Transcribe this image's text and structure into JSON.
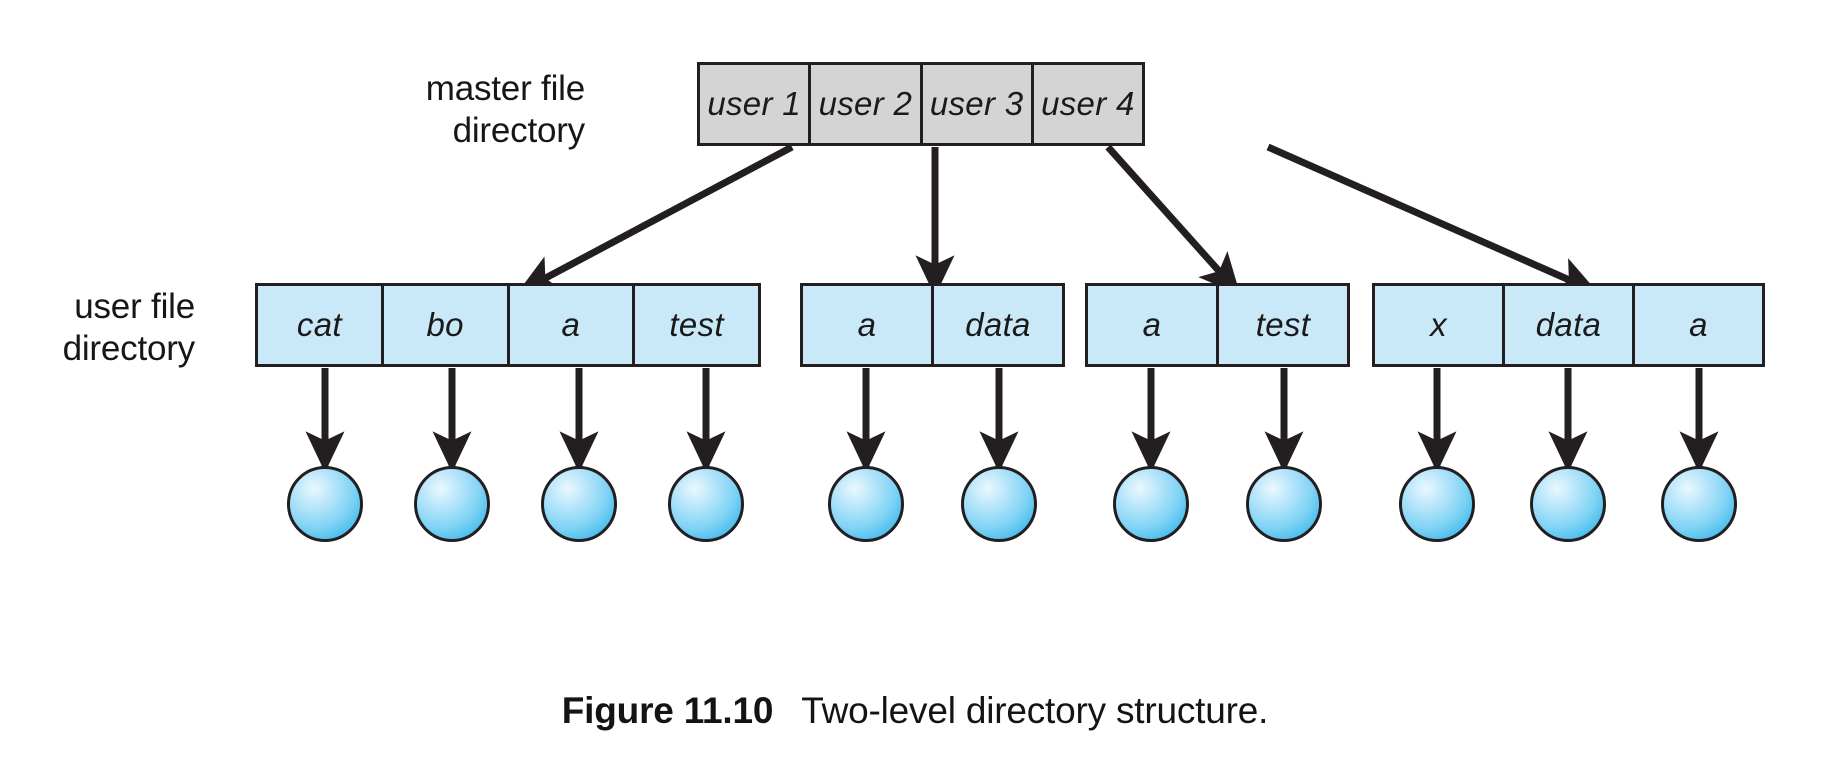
{
  "figure": {
    "caption_label": "Figure 11.10",
    "caption_text": "Two-level directory structure.",
    "colors": {
      "master_fill": "#d4d4d4",
      "user_fill": "#cae9f8",
      "stroke": "#231f20",
      "node_blue": "#41b9ec",
      "background": "#ffffff"
    }
  },
  "labels": {
    "master": "master file\ndirectory",
    "user": "user file\ndirectory"
  },
  "master_directory": {
    "entries": [
      {
        "label": "user 1"
      },
      {
        "label": "user 2"
      },
      {
        "label": "user 3"
      },
      {
        "label": "user 4"
      }
    ]
  },
  "user_directories": [
    {
      "owner": "user 1",
      "entries": [
        "cat",
        "bo",
        "a",
        "test"
      ]
    },
    {
      "owner": "user 2",
      "entries": [
        "a",
        "data"
      ]
    },
    {
      "owner": "user 3",
      "entries": [
        "a",
        "test"
      ]
    },
    {
      "owner": "user 4",
      "entries": [
        "x",
        "data",
        "a"
      ]
    }
  ],
  "file_nodes": [
    {
      "name": "cat"
    },
    {
      "name": "bo"
    },
    {
      "name": "a"
    },
    {
      "name": "test"
    },
    {
      "name": "a"
    },
    {
      "name": "data"
    },
    {
      "name": "a"
    },
    {
      "name": "test"
    },
    {
      "name": "x"
    },
    {
      "name": "data"
    },
    {
      "name": "a"
    }
  ]
}
